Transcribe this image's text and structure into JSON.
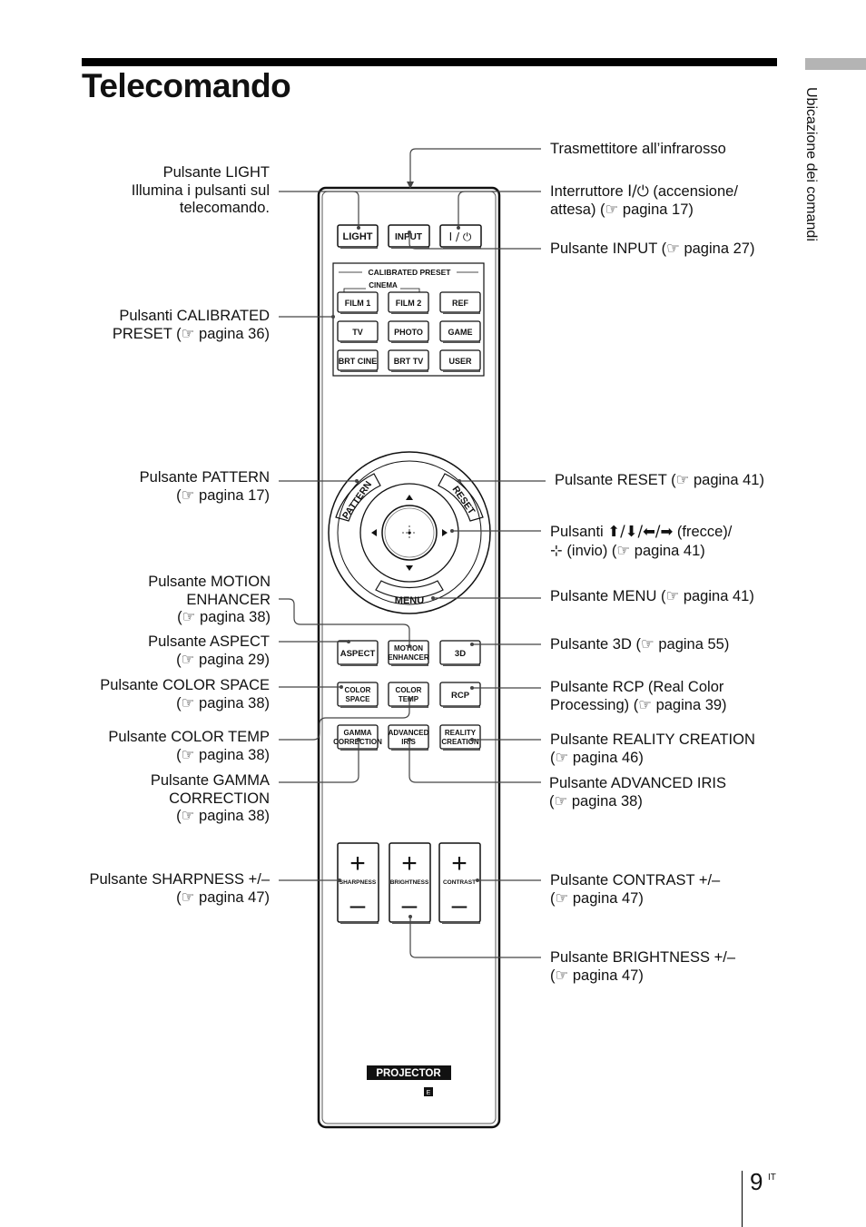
{
  "page": {
    "title": "Telecomando",
    "side_label": "Ubicazione dei comandi",
    "page_number": "9",
    "page_suffix": "IT"
  },
  "callouts_left": {
    "light": [
      "Pulsante LIGHT",
      "Illumina i pulsanti sul",
      "telecomando."
    ],
    "calibrated": [
      "Pulsanti CALIBRATED",
      "PRESET (☞ pagina 36)"
    ],
    "pattern": [
      "Pulsante PATTERN",
      "(☞ pagina 17)"
    ],
    "motion": [
      "Pulsante MOTION",
      "ENHANCER",
      "(☞ pagina 38)"
    ],
    "aspect": [
      "Pulsante ASPECT",
      "(☞ pagina 29)"
    ],
    "color_space": [
      "Pulsante COLOR SPACE",
      "(☞ pagina 38)"
    ],
    "color_temp": [
      "Pulsante COLOR TEMP",
      "(☞ pagina 38)"
    ],
    "gamma": [
      "Pulsante GAMMA",
      "CORRECTION",
      "(☞ pagina 38)"
    ],
    "sharpness": [
      "Pulsante SHARPNESS +/–",
      "(☞ pagina 47)"
    ]
  },
  "callouts_right": {
    "infrared": [
      "Trasmettitore all’infrarosso"
    ],
    "power": {
      "pre": "Interruttore ",
      "glyph": "I/⏻",
      "post": " (accensione/",
      "line2": "attesa) (☞ pagina 17)"
    },
    "input": [
      "Pulsante INPUT (☞ pagina 27)"
    ],
    "reset": [
      "Pulsante RESET (☞ pagina 41)"
    ],
    "arrows": {
      "pre": "Pulsanti ",
      "glyph": "⬆/⬇/⬅/➡",
      "post": " (frecce)/",
      "line2_glyph": "⊹",
      "line2": " (invio) (☞ pagina 41)"
    },
    "menu": [
      "Pulsante MENU (☞ pagina 41)"
    ],
    "three_d": [
      "Pulsante 3D (☞ pagina 55)"
    ],
    "rcp": [
      "Pulsante RCP (Real Color",
      "Processing) (☞ pagina 39)"
    ],
    "reality": [
      "Pulsante REALITY CREATION",
      "(☞ pagina 46)"
    ],
    "advanced_iris": [
      "Pulsante ADVANCED IRIS",
      "(☞ pagina 38)"
    ],
    "contrast": [
      "Pulsante CONTRAST +/–",
      "(☞ pagina 47)"
    ],
    "brightness": [
      "Pulsante BRIGHTNESS +/–",
      "(☞ pagina 47)"
    ]
  },
  "remote": {
    "top_buttons": [
      "LIGHT",
      "INPUT",
      "I / ⏻"
    ],
    "preset_header": "CALIBRATED PRESET",
    "cinema_label": "CINEMA",
    "preset_buttons": [
      "FILM 1",
      "FILM 2",
      "REF",
      "TV",
      "PHOTO",
      "GAME",
      "BRT CINE",
      "BRT TV",
      "USER"
    ],
    "ring_pattern": "PATTERN",
    "ring_reset": "RESET",
    "ring_menu": "MENU",
    "btn_aspect": "ASPECT",
    "btn_motion": [
      "MOTION",
      "ENHANCER"
    ],
    "btn_3d": "3D",
    "btn_color_space": [
      "COLOR",
      "SPACE"
    ],
    "btn_color_temp": [
      "COLOR",
      "TEMP"
    ],
    "btn_rcp": "RCP",
    "btn_gamma": [
      "GAMMA",
      "CORRECTION"
    ],
    "btn_iris": [
      "ADVANCED",
      "IRIS"
    ],
    "btn_reality": [
      "REALITY",
      "CREATION"
    ],
    "rockers": [
      "SHARPNESS",
      "BRIGHTNESS",
      "CONTRAST"
    ],
    "rocker_plus": "+",
    "rocker_minus": "–",
    "brand": "PROJECTOR",
    "badge": "E"
  }
}
